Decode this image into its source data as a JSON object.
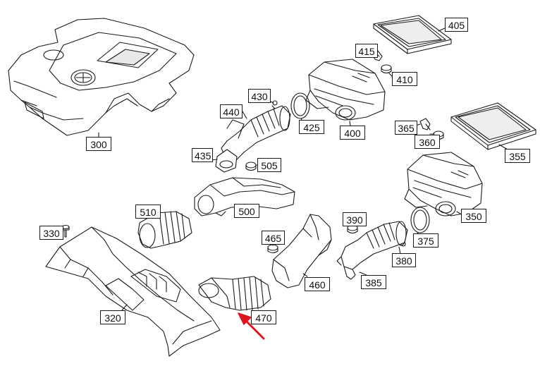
{
  "callouts": {
    "c300": "300",
    "c320": "320",
    "c330": "330",
    "c350": "350",
    "c355": "355",
    "c360": "360",
    "c365": "365",
    "c375": "375",
    "c380": "380",
    "c385": "385",
    "c390": "390",
    "c400": "400",
    "c405": "405",
    "c410": "410",
    "c415": "415",
    "c425": "425",
    "c430": "430",
    "c435": "435",
    "c440": "440",
    "c460": "460",
    "c465": "465",
    "c470": "470",
    "c500": "500",
    "c505": "505",
    "c510": "510"
  },
  "colors": {
    "line": "#1a1a1a",
    "arrow": "#e0141e"
  }
}
